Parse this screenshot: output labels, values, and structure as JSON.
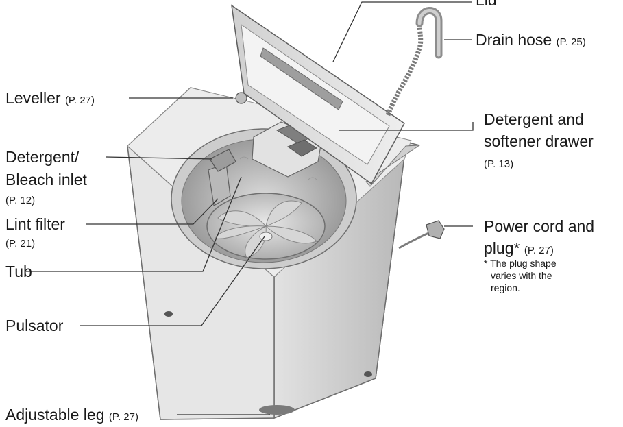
{
  "callouts": {
    "lid": {
      "label": "Lid"
    },
    "drain_hose": {
      "label": "Drain hose",
      "page": "(P. 25)"
    },
    "leveller": {
      "label": "Leveller",
      "page": "(P. 27)"
    },
    "detergent_drawer": {
      "line1": "Detergent and",
      "line2": "softener drawer",
      "page": "(P. 13)"
    },
    "detergent_inlet": {
      "line1": "Detergent/",
      "line2": "Bleach inlet",
      "page": "(P. 12)"
    },
    "lint_filter": {
      "label": "Lint filter",
      "page": "(P. 21)"
    },
    "tub": {
      "label": "Tub"
    },
    "pulsator": {
      "label": "Pulsator"
    },
    "power_cord": {
      "line1": "Power cord and",
      "line2": "plug*",
      "page": "(P. 27)"
    },
    "adjustable_leg": {
      "label": "Adjustable leg",
      "page": "(P. 27)"
    }
  },
  "footnote": {
    "line1": "* The plug shape",
    "line2": "varies with the",
    "line3": "region."
  }
}
